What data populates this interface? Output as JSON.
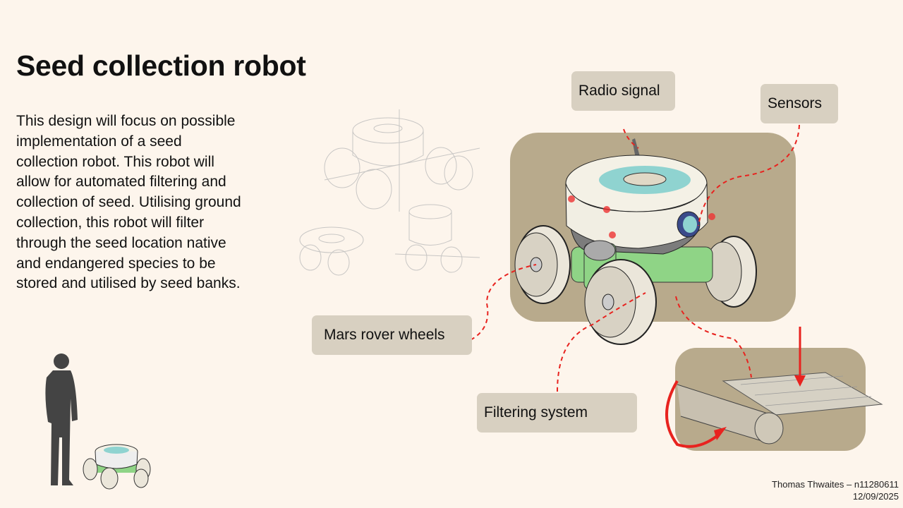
{
  "title": "Seed collection robot",
  "body_lines": [
    "This design will focus on possible",
    "implementation of a seed",
    "collection robot. This robot will",
    "allow for automated filtering and",
    "collection of seed. Utilising ground",
    "collection, this robot will filter",
    "through the seed location native",
    "and endangered species to be",
    "stored and utilised by seed banks."
  ],
  "labels": {
    "radio": "Radio signal",
    "sensors": "Sensors",
    "wheels": "Mars rover wheels",
    "filter": "Filtering system"
  },
  "footer": {
    "author": "Thomas Thwaites – n11280611",
    "date": "12/09/2025"
  },
  "colors": {
    "background": "#fdf5ec",
    "panel": "#b8aa8c",
    "label": "#d8d0c1",
    "callout": "#e8231f"
  }
}
